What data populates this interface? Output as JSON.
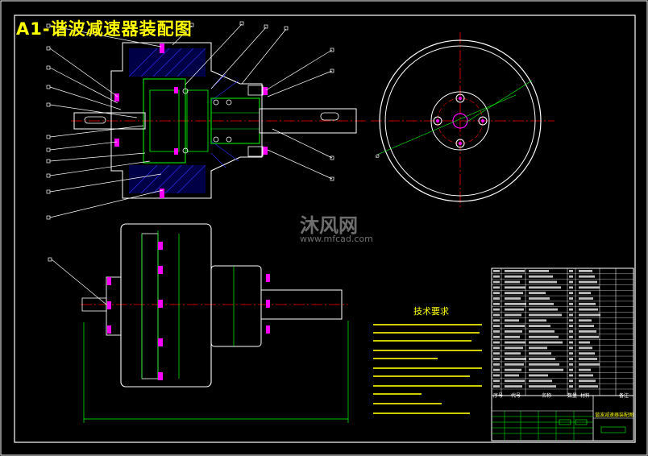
{
  "title": "A1-谐波减速器装配图",
  "watermark": {
    "brand": "沐风网",
    "url": "www.mfcad.com"
  },
  "tech_requirements": {
    "heading": "技术要求"
  },
  "title_block": {
    "drawing_name": "谐波减速器装配图",
    "headers": [
      "序号",
      "代号",
      "名称",
      "数量",
      "材料",
      "备注"
    ]
  },
  "colors": {
    "background": "#000000",
    "frame": "#ffffff",
    "outline": "#ffffff",
    "section": "#00ff00",
    "centerline": "#ff0000",
    "leader": "#00ff00",
    "fastener": "#ff00ff",
    "hatch": "#0000ff",
    "text": "#ffff00"
  }
}
